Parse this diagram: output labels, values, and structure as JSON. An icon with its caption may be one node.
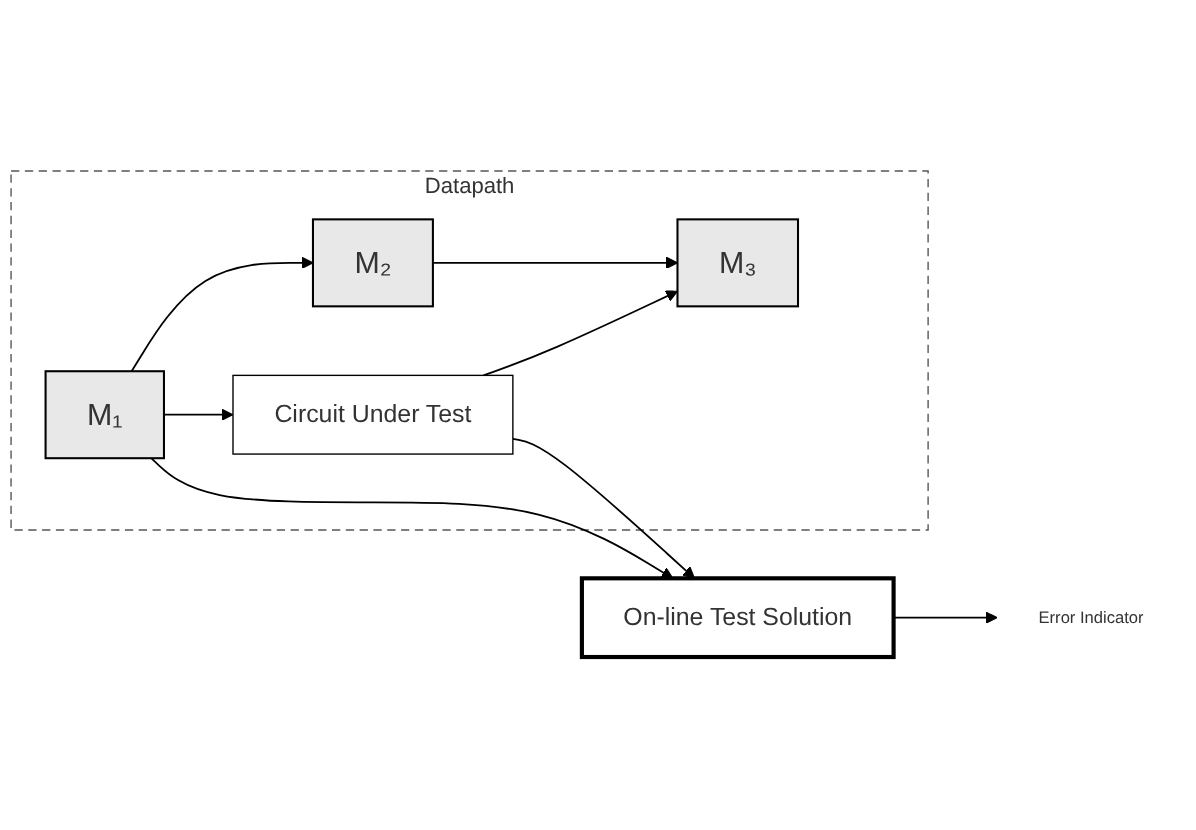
{
  "diagram": {
    "nodes": [
      {
        "text": [
          "Datapath"
        ]
      },
      {
        "text": [
          "M₁"
        ],
        "in": 0
      },
      {
        "text": [
          "M₂"
        ],
        "in": 0
      },
      {
        "text": [
          "Circuit Under Test"
        ],
        "in": 0
      },
      {
        "text": [
          "M₃"
        ],
        "in": 0
      },
      {
        "text": [
          "On-line Test Solution"
        ]
      },
      {
        "text": [
          "Error Indicator"
        ]
      }
    ],
    "edges": [
      {
        "from": 1,
        "to": 2,
        "arrow": "to"
      },
      {
        "from": 2,
        "to": 4,
        "arrow": "to"
      },
      {
        "from": 1,
        "to": 3,
        "arrow": "to"
      },
      {
        "from": 1,
        "to": 5,
        "arrow": "to"
      },
      {
        "from": 3,
        "to": 4,
        "arrow": "to"
      },
      {
        "from": 3,
        "to": 5,
        "arrow": "to"
      },
      {
        "from": 5,
        "to": 6,
        "arrow": "to"
      }
    ]
  }
}
